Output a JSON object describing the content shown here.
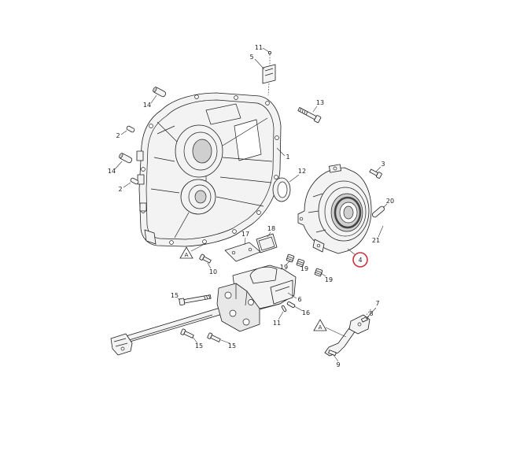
{
  "diagram": {
    "callouts": [
      "11",
      "5",
      "14",
      "13",
      "2",
      "1",
      "14",
      "3",
      "12",
      "2",
      "20",
      "17",
      "18",
      "21",
      "4",
      "10",
      "19",
      "19",
      "19",
      "15",
      "6",
      "7",
      "8",
      "16",
      "11",
      "15",
      "15",
      "9"
    ],
    "reference_markers": [
      "A",
      "A"
    ]
  },
  "colors": {
    "line": "#1e1e1e",
    "part_fill": "#f3f3f3",
    "highlight": "#c9343c"
  }
}
